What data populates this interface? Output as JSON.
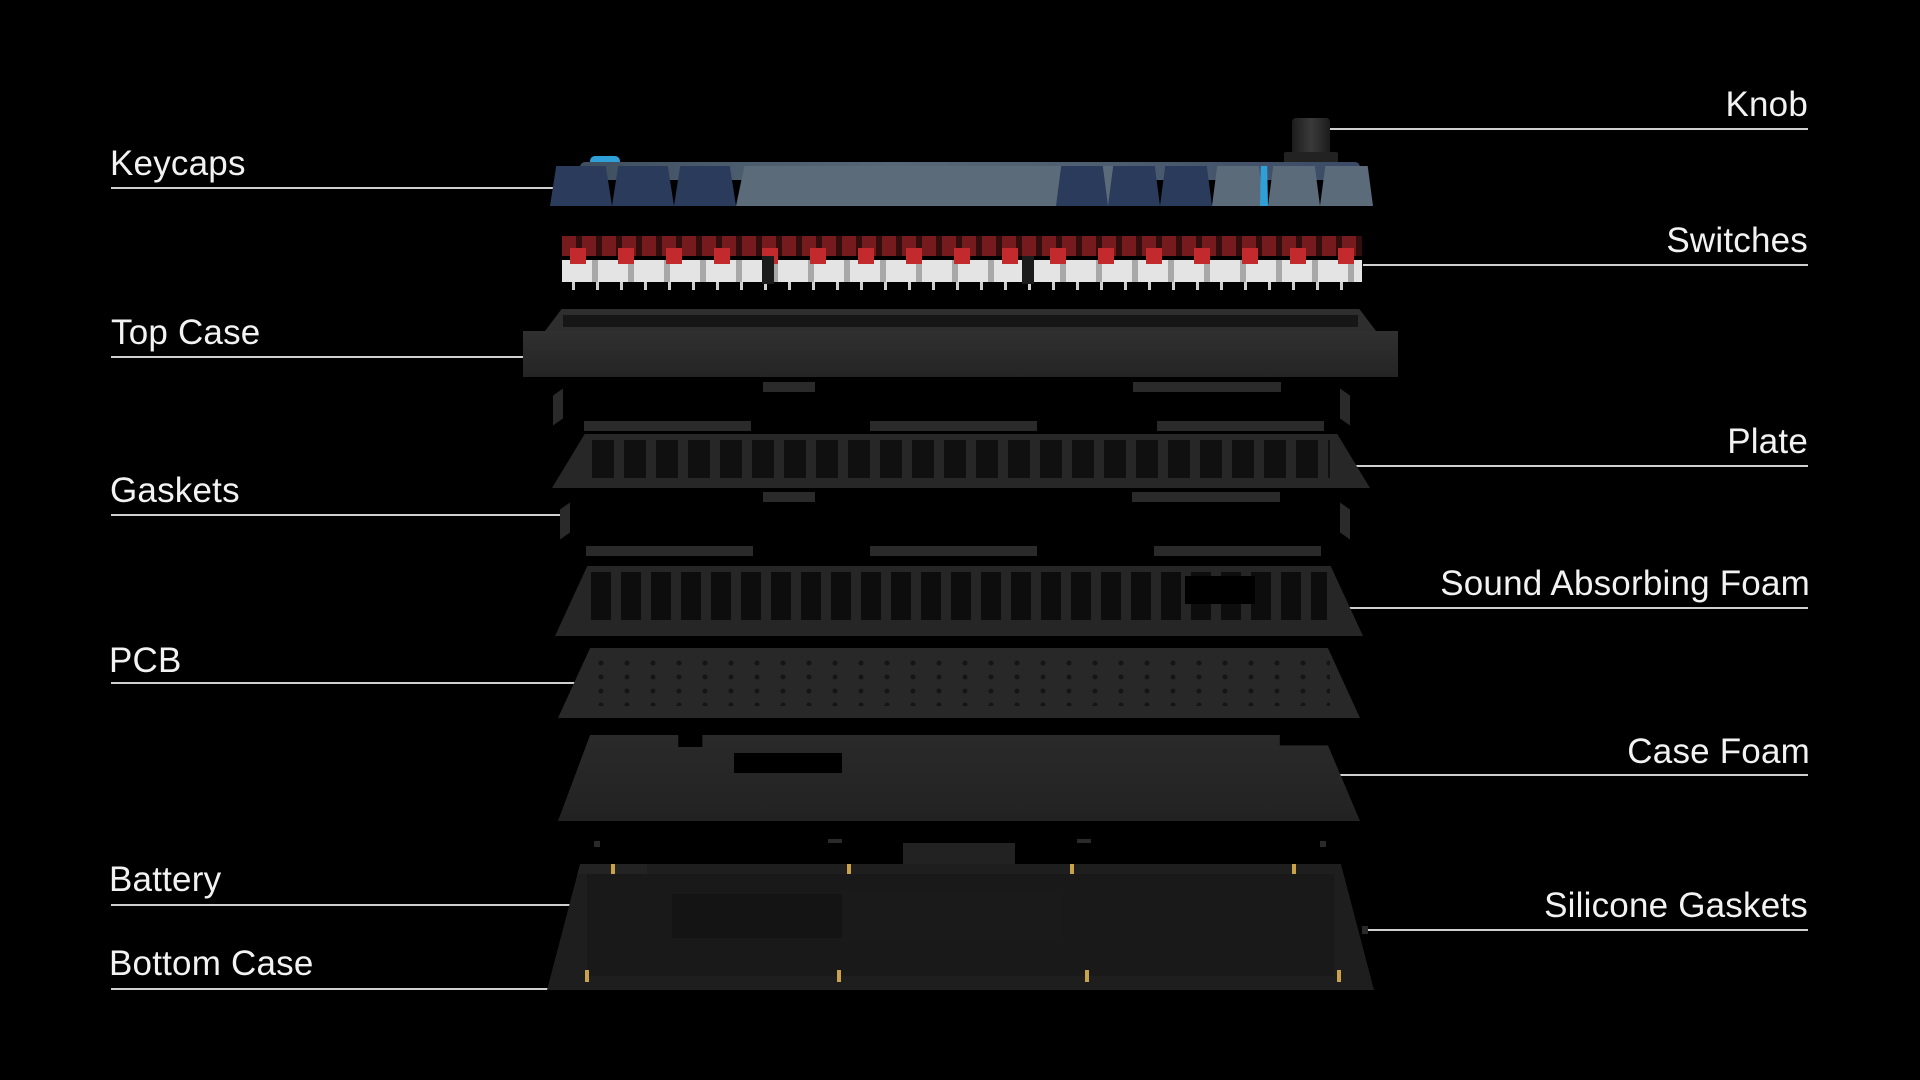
{
  "diagram": {
    "title": "Exploded keyboard components",
    "background": "#000000",
    "label_color": "#f2f2f2",
    "leader_color": "#cfcfcf",
    "labels_left": [
      {
        "id": "keycaps",
        "text": "Keycaps"
      },
      {
        "id": "top-case",
        "text": "Top Case"
      },
      {
        "id": "gaskets",
        "text": "Gaskets"
      },
      {
        "id": "pcb",
        "text": "PCB"
      },
      {
        "id": "battery",
        "text": "Battery"
      },
      {
        "id": "bottom-case",
        "text": "Bottom Case"
      }
    ],
    "labels_right": [
      {
        "id": "knob",
        "text": "Knob"
      },
      {
        "id": "switches",
        "text": "Switches"
      },
      {
        "id": "plate",
        "text": "Plate"
      },
      {
        "id": "sound-absorbing-foam",
        "text": "Sound Absorbing Foam"
      },
      {
        "id": "case-foam",
        "text": "Case Foam"
      },
      {
        "id": "silicone-gaskets",
        "text": "Silicone Gaskets"
      }
    ],
    "colors": {
      "keycap_navy": "#2b3b5c",
      "keycap_grey": "#5b6b79",
      "keycap_accent_blue": "#2f9fd8",
      "switch_stem_red": "#b4262a",
      "switch_housing": "#dedede",
      "case_dark": "#2a2a2a",
      "foam_dark": "#262626",
      "brass_standoff": "#c9a24a"
    }
  }
}
